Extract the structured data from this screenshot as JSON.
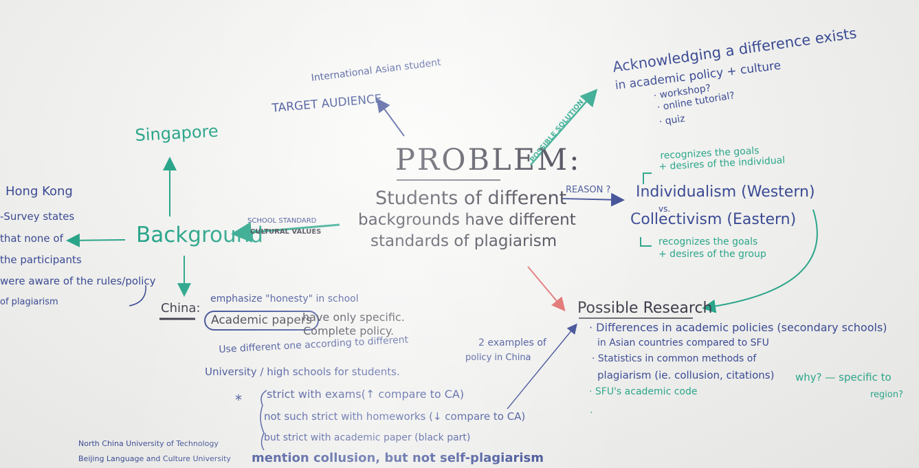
{
  "center": {
    "title": "PROBLEM:",
    "line1": "Students of different",
    "line2": "backgrounds have different",
    "line3": "standards of plagiarism"
  },
  "target": {
    "sub": "International Asian student",
    "label": "TARGET AUDIENCE"
  },
  "solution": {
    "arrow_label": "POSSIBLE SOLUTION",
    "line1": "Acknowledging a difference exists",
    "line2": "in academic policy + culture",
    "items": [
      "· workshop?",
      "· online tutorial?",
      "· quiz"
    ]
  },
  "reason": {
    "arrow_label": "REASON ?",
    "individualism": "Individualism (Western)",
    "vs": "vs.",
    "collectivism": "Collectivism (Eastern)",
    "ind_note1": "recognizes the goals",
    "ind_note2": "+ desires of the individual",
    "col_note1": "recognizes the goals",
    "col_note2": "+ desires of the group"
  },
  "background": {
    "label": "Background",
    "arrow_top": "SCHOOL STANDARD",
    "arrow_bottom": "CULTURAL VALUES",
    "singapore": "Singapore",
    "hongkong": "Hong Kong",
    "hk_notes": [
      "-Survey states",
      "that none of",
      "the participants",
      "were aware of the rules/policy",
      "of plagiarism"
    ]
  },
  "china": {
    "label": "China:",
    "emphasize": "emphasize \"honesty\" in school",
    "papers": "Academic papers",
    "papers_rest": "have only specific.",
    "complete": "Complete policy.",
    "use": "Use different one according to different",
    "univ": "University / high schools for students.",
    "star": "*",
    "strict": "strict with exams(↑ compare to CA)",
    "notsuch": "not such strict with homeworks (↓ compare to CA)",
    "but": "but strict with academic paper (black part)",
    "mention": "mention collusion, but not self-plagiarism",
    "uni1": "North China University of Technology",
    "uni2": "Beijing Language and Culture University",
    "examples1": "2 examples of",
    "examples2": "policy in China"
  },
  "research": {
    "title": "Possible Research",
    "i1a": "· Differences in academic policies (secondary schools)",
    "i1b": "in Asian countries compared to SFU",
    "i2a": "· Statistics in common methods of",
    "i2b": "plagiarism (ie. collusion, citations)",
    "why": "why? — specific to",
    "region": "region?",
    "i3": "· SFU's academic code",
    "dot": "·"
  }
}
